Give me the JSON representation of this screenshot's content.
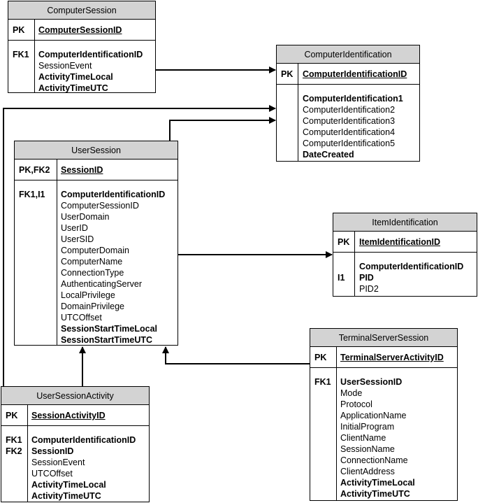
{
  "entities": {
    "computer_session": {
      "title": "ComputerSession",
      "pk_label": "PK",
      "pk_field": "ComputerSessionID",
      "keys": [
        "FK1",
        "",
        "",
        ""
      ],
      "fields": [
        {
          "name": "ComputerIdentificationID",
          "bold": true
        },
        {
          "name": "SessionEvent",
          "bold": false
        },
        {
          "name": "ActivityTimeLocal",
          "bold": true
        },
        {
          "name": "ActivityTimeUTC",
          "bold": true
        }
      ]
    },
    "computer_identification": {
      "title": "ComputerIdentification",
      "pk_label": "PK",
      "pk_field": "ComputerIdentificationID",
      "keys": [],
      "fields": [
        {
          "name": "ComputerIdentification1",
          "bold": true
        },
        {
          "name": "ComputerIdentification2",
          "bold": false
        },
        {
          "name": "ComputerIdentification3",
          "bold": false
        },
        {
          "name": "ComputerIdentification4",
          "bold": false
        },
        {
          "name": "ComputerIdentification5",
          "bold": false
        },
        {
          "name": "DateCreated",
          "bold": true
        }
      ]
    },
    "user_session": {
      "title": "UserSession",
      "pk_label": "PK,FK2",
      "pk_field": "SessionID",
      "keys": [
        "FK1,I1"
      ],
      "fields": [
        {
          "name": "ComputerIdentificationID",
          "bold": true
        },
        {
          "name": "ComputerSessionID",
          "bold": false
        },
        {
          "name": "UserDomain",
          "bold": false
        },
        {
          "name": "UserID",
          "bold": false
        },
        {
          "name": "UserSID",
          "bold": false
        },
        {
          "name": "ComputerDomain",
          "bold": false
        },
        {
          "name": "ComputerName",
          "bold": false
        },
        {
          "name": "ConnectionType",
          "bold": false
        },
        {
          "name": "AuthenticatingServer",
          "bold": false
        },
        {
          "name": "LocalPrivilege",
          "bold": false
        },
        {
          "name": "DomainPrivilege",
          "bold": false
        },
        {
          "name": "UTCOffset",
          "bold": false
        },
        {
          "name": "SessionStartTimeLocal",
          "bold": true
        },
        {
          "name": "SessionStartTimeUTC",
          "bold": true
        }
      ]
    },
    "item_identification": {
      "title": "ItemIdentification",
      "pk_label": "PK",
      "pk_field": "ItemIdentificationID",
      "keys": [
        "",
        "I1"
      ],
      "fields": [
        {
          "name": "ComputerIdentificationID",
          "bold": true
        },
        {
          "name": "PID",
          "bold": true
        },
        {
          "name": "PID2",
          "bold": false
        }
      ]
    },
    "terminal_server_session": {
      "title": "TerminalServerSession",
      "pk_label": "PK",
      "pk_field": "TerminalServerActivityID",
      "keys": [
        "FK1"
      ],
      "fields": [
        {
          "name": "UserSessionID",
          "bold": true
        },
        {
          "name": "Mode",
          "bold": false
        },
        {
          "name": "Protocol",
          "bold": false
        },
        {
          "name": "ApplicationName",
          "bold": false
        },
        {
          "name": "InitialProgram",
          "bold": false
        },
        {
          "name": "ClientName",
          "bold": false
        },
        {
          "name": "SessionName",
          "bold": false
        },
        {
          "name": "ConnectionName",
          "bold": false
        },
        {
          "name": "ClientAddress",
          "bold": false
        },
        {
          "name": "ActivityTimeLocal",
          "bold": true
        },
        {
          "name": "ActivityTimeUTC",
          "bold": true
        }
      ]
    },
    "user_session_activity": {
      "title": "UserSessionActivity",
      "pk_label": "PK",
      "pk_field": "SessionActivityID",
      "keys": [
        "FK1",
        "FK2"
      ],
      "fields": [
        {
          "name": "ComputerIdentificationID",
          "bold": true
        },
        {
          "name": "SessionID",
          "bold": true
        },
        {
          "name": "SessionEvent",
          "bold": false
        },
        {
          "name": "UTCOffset",
          "bold": false
        },
        {
          "name": "ActivityTimeLocal",
          "bold": true
        },
        {
          "name": "ActivityTimeUTC",
          "bold": true
        }
      ]
    }
  },
  "colors": {
    "header_fill": "#d3d3d3",
    "line": "#000000",
    "background": "#ffffff"
  }
}
